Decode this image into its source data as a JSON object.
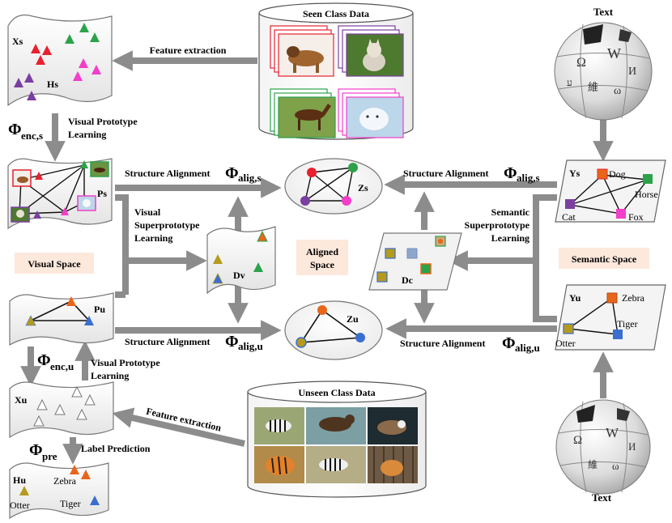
{
  "seen_data": {
    "title": "Seen Class Data"
  },
  "unseen_data": {
    "title": "Unseen Class Data"
  },
  "text_top": "Text",
  "text_bottom": "Text",
  "arrows": {
    "feature_extraction_top": "Feature extraction",
    "feature_extraction_bottom": "Feature extraction",
    "visual_prototype_1": "Visual Prototype",
    "visual_prototype_2": "Learning",
    "visual_prototype_b1": "Visual Prototype",
    "visual_prototype_b2": "Learning",
    "visual_super_1": "Visual",
    "visual_super_2": "Superprototype",
    "visual_super_3": "Learning",
    "semantic_super_1": "Semantic",
    "semantic_super_2": "Superprototype",
    "semantic_super_3": "Learning",
    "structure_alignment": "Structure Alignment",
    "label_prediction": "Label Prediction"
  },
  "phi": {
    "symbol": "Φ",
    "enc_s": "enc,s",
    "enc_u": "enc,u",
    "pre": "pre",
    "alig_s": "alig,s",
    "alig_u": "alig,u"
  },
  "nodes": {
    "xs": "Xs",
    "hs": "Hs",
    "ps": "Ps",
    "pu": "Pu",
    "xu": "Xu",
    "hu": "Hu",
    "dv": "Dv",
    "dc": "Dc",
    "zs": "Zs",
    "zu": "Zu",
    "ys": "Ys",
    "yu": "Yu"
  },
  "spaces": {
    "visual": "Visual Space",
    "aligned_1": "Aligned",
    "aligned_2": "Space",
    "semantic": "Semantic Space"
  },
  "classes": {
    "dog": "Dog",
    "horse": "Horse",
    "cat": "Cat",
    "fox": "Fox",
    "zebra": "Zebra",
    "tiger": "Tiger",
    "otter": "Otter",
    "zebra_hu": "Zebra",
    "tiger_hu": "Tiger",
    "otter_hu": "Otter"
  },
  "wiki_glyphs": {
    "g1": "Ω",
    "g2": "W",
    "g3": "И",
    "g4": "維",
    "g5": "ω",
    "g6": "ע"
  },
  "colors": {
    "arrow": "#8c8c8c",
    "red": "#e8212e",
    "green": "#2ca24a",
    "purple": "#7a3fa0",
    "magenta": "#f23ec8",
    "orange": "#e8661a",
    "blue": "#3a6fcf",
    "olive": "#b59a1e",
    "peach": "#fde8dc"
  }
}
